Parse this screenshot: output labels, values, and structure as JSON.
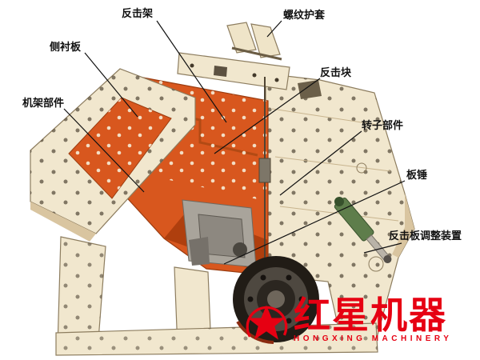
{
  "labels": [
    {
      "text": "反击架"
    },
    {
      "text": "螺纹护套"
    },
    {
      "text": "侧衬板"
    },
    {
      "text": "反击块"
    },
    {
      "text": "机架部件"
    },
    {
      "text": "转子部件"
    },
    {
      "text": "板锤"
    },
    {
      "text": "反击板调整装置"
    }
  ],
  "brand": {
    "name": "红星机器",
    "sub": "HONGXING MACHINERY"
  },
  "colors": {
    "brand_red": "#E60012",
    "machine_body": "#F1E7CE",
    "chamber_orange": "#D8571E"
  }
}
